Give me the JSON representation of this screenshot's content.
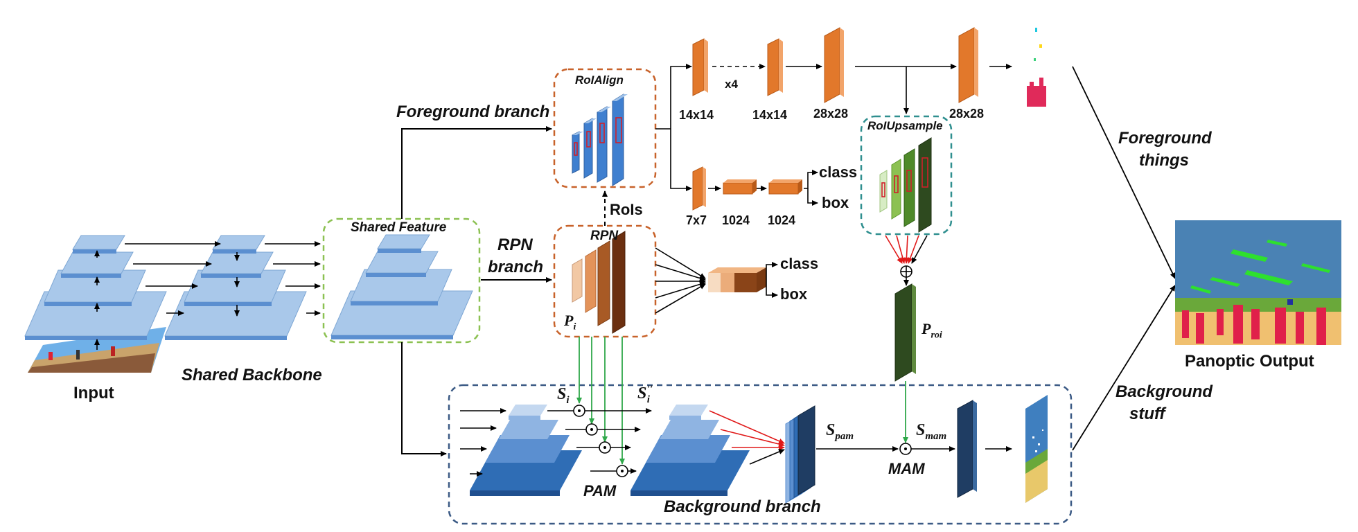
{
  "labels": {
    "input": "Input",
    "shared_backbone": "Shared Backbone",
    "shared_feature": "Shared Feature",
    "foreground_branch": "Foreground branch",
    "rpn_branch_line1": "RPN",
    "rpn_branch_line2": "branch",
    "roialign": "RoIAlign",
    "rpn": "RPN",
    "rois": "RoIs",
    "p_i": "P",
    "p_i_sub": "i",
    "mask_head": {
      "x4": "x4",
      "s1": "14x14",
      "s2": "14x14",
      "s3": "28x28",
      "s4": "28x28"
    },
    "box_head": {
      "s1": "7x7",
      "s2": "1024",
      "s3": "1024",
      "class": "class",
      "box": "box"
    },
    "rpn_head": {
      "class": "class",
      "box": "box"
    },
    "roiupsample": "RoIUpsample",
    "p_roi": "P",
    "p_roi_sub": "roi",
    "s_i": "S",
    "s_i_sub": "i",
    "s_pp_i": "S",
    "s_pp_i_sup": "''",
    "s_pp_i_sub": "i",
    "pam": "PAM",
    "background_branch": "Background branch",
    "s_pam": "S",
    "s_pam_sub": "pam",
    "s_mam": "S",
    "s_mam_sub": "mam",
    "mam": "MAM",
    "foreground_things_line1": "Foreground",
    "foreground_things_line2": "things",
    "background_stuff_line1": "Background",
    "background_stuff_line2": "stuff",
    "panoptic_output": "Panoptic Output"
  },
  "colors": {
    "blue_light": "#a9c8ea",
    "blue_mid": "#5b8fd0",
    "blue_dark": "#2f6db5",
    "orange": "#e2782b",
    "brown": "#7a3a12",
    "green_dark": "#2e4a1f",
    "navy": "#1f3d63",
    "dash_green": "#8cc152",
    "dash_orange": "#c8622a",
    "dash_teal": "#2f8f8f",
    "dash_navy": "#3b5a85",
    "arrow_green": "#2fa84a",
    "arrow_red": "#e01818"
  }
}
